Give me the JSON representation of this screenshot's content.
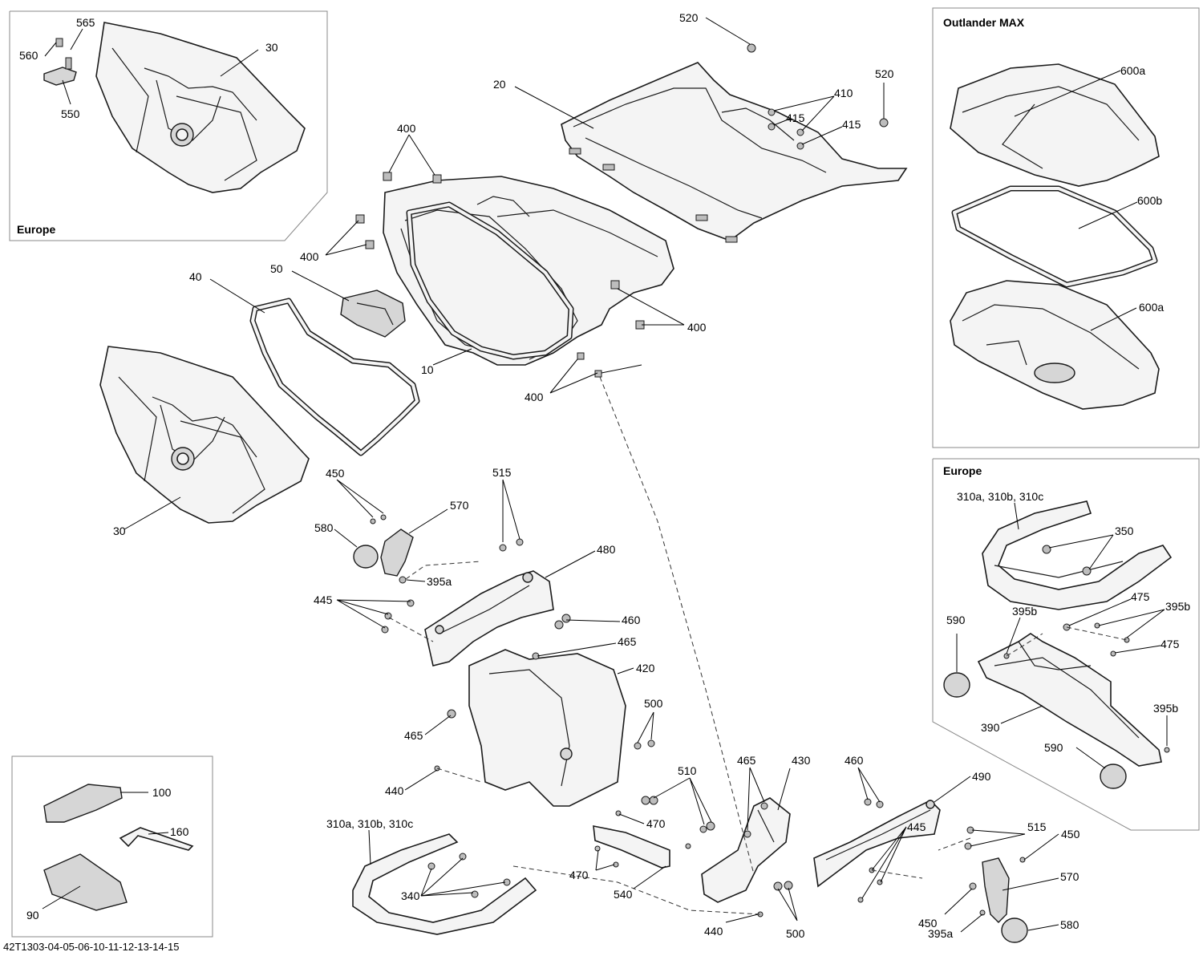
{
  "labels": {
    "l560": "560",
    "l565": "565",
    "l550": "550",
    "l30a": "30",
    "lEuropeA": "Europe",
    "l520a": "520",
    "l520b": "520",
    "l20": "20",
    "l410": "410",
    "l415a": "415",
    "l415b": "415",
    "l400a": "400",
    "l400b": "400",
    "l400c": "400",
    "l400d": "400",
    "l50": "50",
    "l40": "40",
    "l10": "10",
    "l30b": "30",
    "lOutlander": "Outlander MAX",
    "l600a1": "600a",
    "l600b": "600b",
    "l600a2": "600a",
    "lEuropeB": "Europe",
    "l310r": "310a, 310b, 310c",
    "l350": "350",
    "l590a": "590",
    "l395b1": "395b",
    "l475a": "475",
    "l395b2": "395b",
    "l475b": "475",
    "l390": "390",
    "l395b3": "395b",
    "l590b": "590",
    "l450a": "450",
    "l570a": "570",
    "l515a": "515",
    "l580a": "580",
    "l395a1": "395a",
    "l480": "480",
    "l445a": "445",
    "l460a": "460",
    "l465a": "465",
    "l420": "420",
    "l465b": "465",
    "l500a": "500",
    "l440a": "440",
    "l510": "510",
    "l100": "100",
    "l160": "160",
    "l90": "90",
    "l465c": "465",
    "l430": "430",
    "l460b": "460",
    "l490": "490",
    "l470a": "470",
    "l470b": "470",
    "l540": "540",
    "l310l": "310a, 310b, 310c",
    "l340": "340",
    "l515b": "515",
    "l450b": "450",
    "l570b": "570",
    "l445b": "445",
    "l450c": "450",
    "l395a2": "395a",
    "l580b": "580",
    "l440b": "440",
    "l500b": "500",
    "ref": "42T1303-04-05-06-10-11-12-13-14-15"
  }
}
